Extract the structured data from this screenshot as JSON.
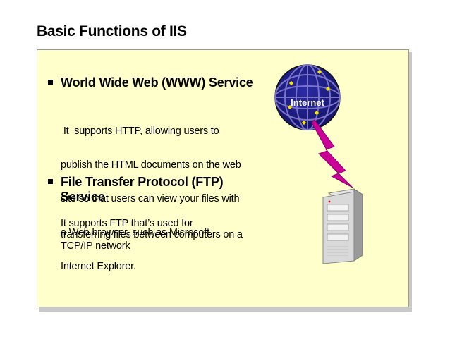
{
  "title": "Basic Functions of IIS",
  "bullets": [
    {
      "heading_lines": [
        "World Wide Web (WWW) Service"
      ],
      "body_lines": [
        " It  supports HTTP, allowing users to",
        "publish the HTML documents on the web",
        "site so that users can view your files with",
        "a Web browser, such as Microsoft",
        "Internet Explorer."
      ]
    },
    {
      "heading_lines": [
        "File Transfer Protocol (FTP)",
        "Service"
      ],
      "body_lines": [
        "It supports FTP that’s used for",
        "transferring files between computers on a",
        "TCP/IP network"
      ]
    }
  ],
  "graphic": {
    "globe_label": "Internet",
    "icons": [
      "globe-icon",
      "lightning-bolt-icon",
      "server-tower-icon"
    ],
    "colors": {
      "panel": "#ffffcc",
      "globe": "#1f1f8f",
      "globe_ring": "#7a73c8",
      "bolt": "#cc0099",
      "bullet": "#000000"
    }
  }
}
